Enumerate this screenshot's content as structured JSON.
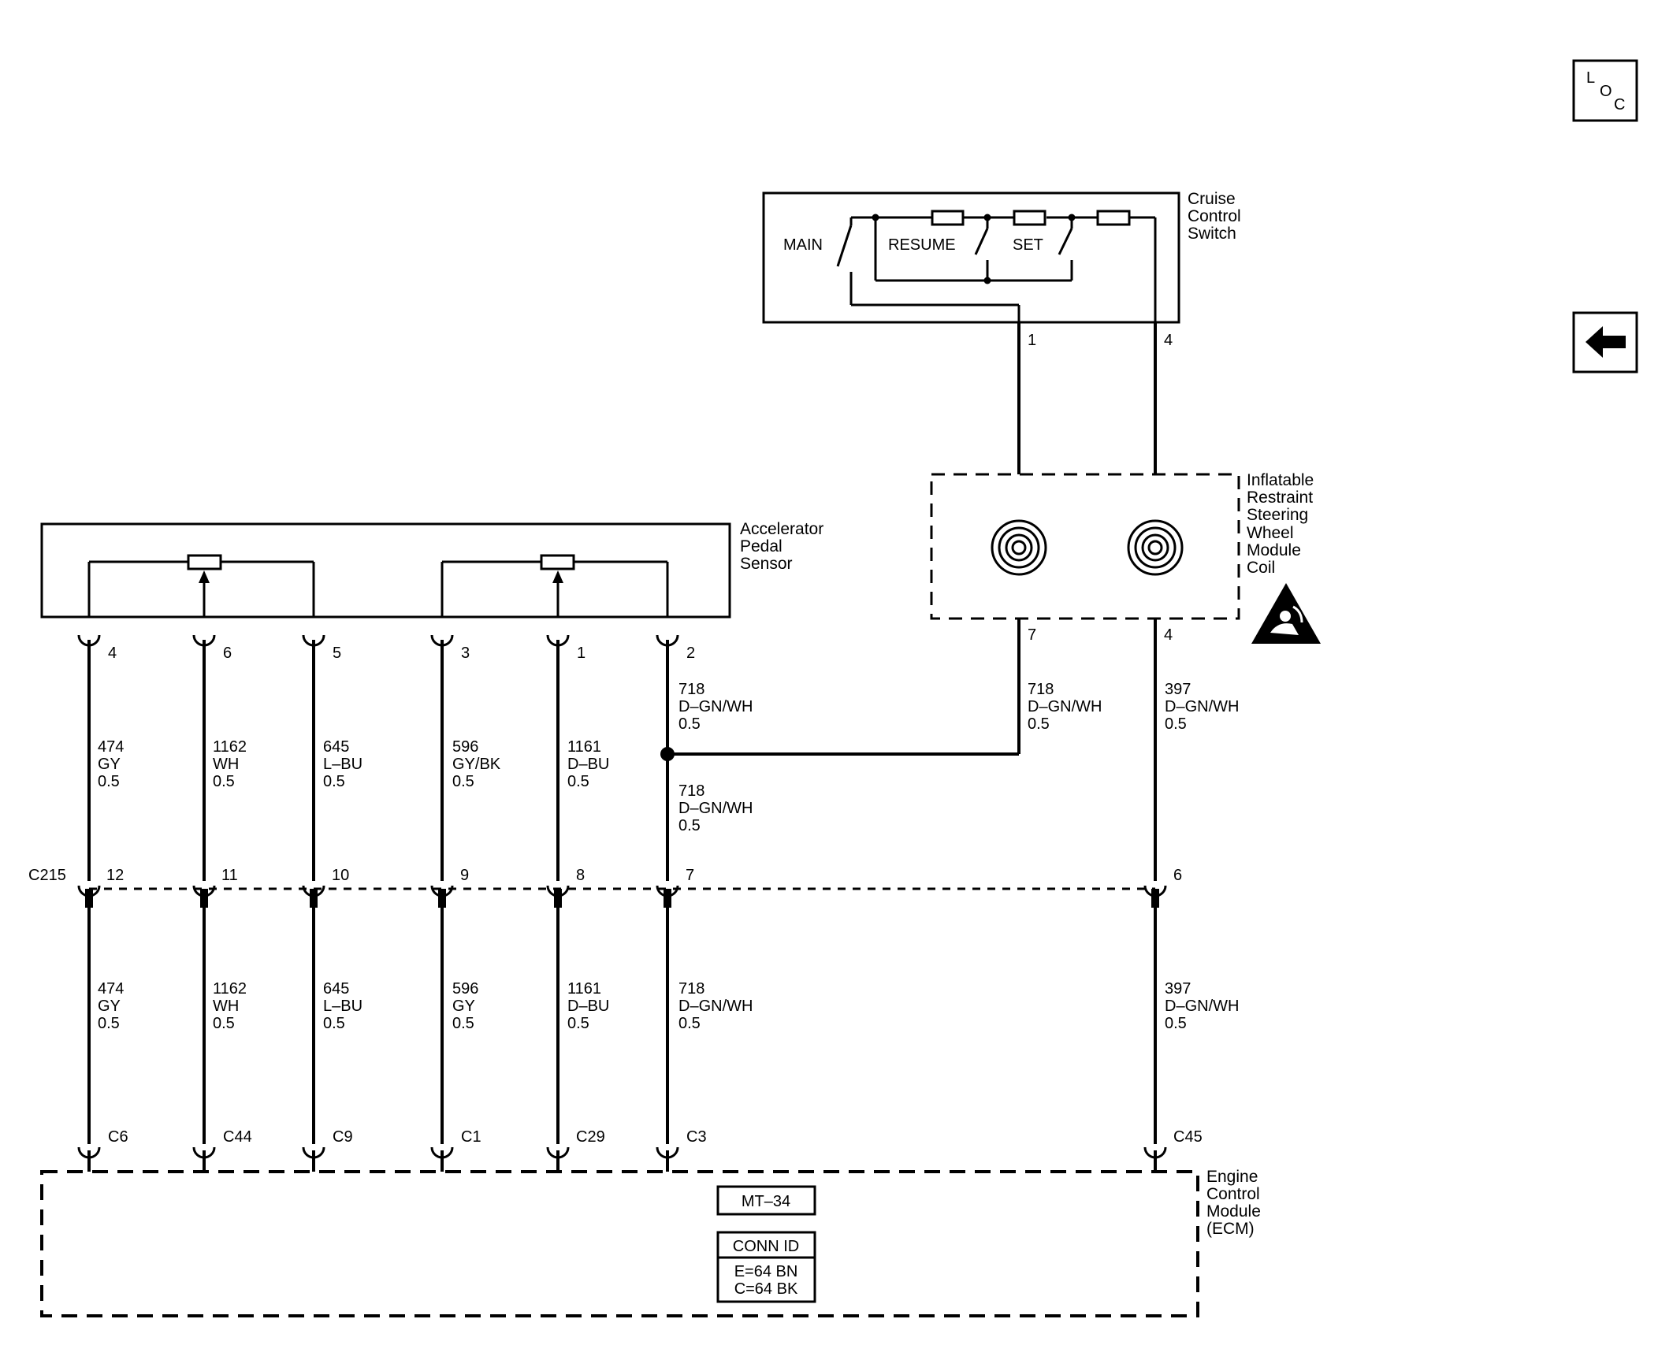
{
  "nav": {
    "loc_L": "L",
    "loc_O": "O",
    "loc_C": "C"
  },
  "cruise": {
    "title": [
      "Cruise",
      "Control",
      "Switch"
    ],
    "main": "MAIN",
    "resume": "RESUME",
    "set": "SET",
    "pin1": "1",
    "pin4": "4"
  },
  "coil": {
    "title": [
      "Inflatable",
      "Restraint",
      "Steering",
      "Wheel",
      "Module",
      "Coil"
    ],
    "pin7": "7",
    "pin4": "4"
  },
  "aps": {
    "title": [
      "Accelerator",
      "Pedal",
      "Sensor"
    ],
    "pins": [
      "4",
      "6",
      "5",
      "3",
      "1",
      "2"
    ]
  },
  "wires_upper": [
    [
      "474",
      "GY",
      "0.5"
    ],
    [
      "1162",
      "WH",
      "0.5"
    ],
    [
      "645",
      "L–BU",
      "0.5"
    ],
    [
      "596",
      "GY/BK",
      "0.5"
    ],
    [
      "1161",
      "D–BU",
      "0.5"
    ]
  ],
  "wire_718_top": [
    "718",
    "D–GN/WH",
    "0.5"
  ],
  "wire_718_mid": [
    "718",
    "D–GN/WH",
    "0.5"
  ],
  "wire_718_coil": [
    "718",
    "D–GN/WH",
    "0.5"
  ],
  "wire_397_coil": [
    "397",
    "D–GN/WH",
    "0.5"
  ],
  "c215": {
    "name": "C215",
    "pins": [
      "12",
      "11",
      "10",
      "9",
      "8",
      "7",
      "6"
    ]
  },
  "wires_lower": [
    [
      "474",
      "GY",
      "0.5"
    ],
    [
      "1162",
      "WH",
      "0.5"
    ],
    [
      "645",
      "L–BU",
      "0.5"
    ],
    [
      "596",
      "GY",
      "0.5"
    ],
    [
      "1161",
      "D–BU",
      "0.5"
    ],
    [
      "718",
      "D–GN/WH",
      "0.5"
    ],
    [
      "397",
      "D–GN/WH",
      "0.5"
    ]
  ],
  "ecm": {
    "title": [
      "Engine",
      "Control",
      "Module",
      "(ECM)"
    ],
    "pins": [
      "C6",
      "C44",
      "C9",
      "C1",
      "C29",
      "C3",
      "C45"
    ],
    "mt": "MT–34",
    "conn_id": "CONN ID",
    "conn_e": "E=64 BN",
    "conn_c": "C=64 BK"
  }
}
